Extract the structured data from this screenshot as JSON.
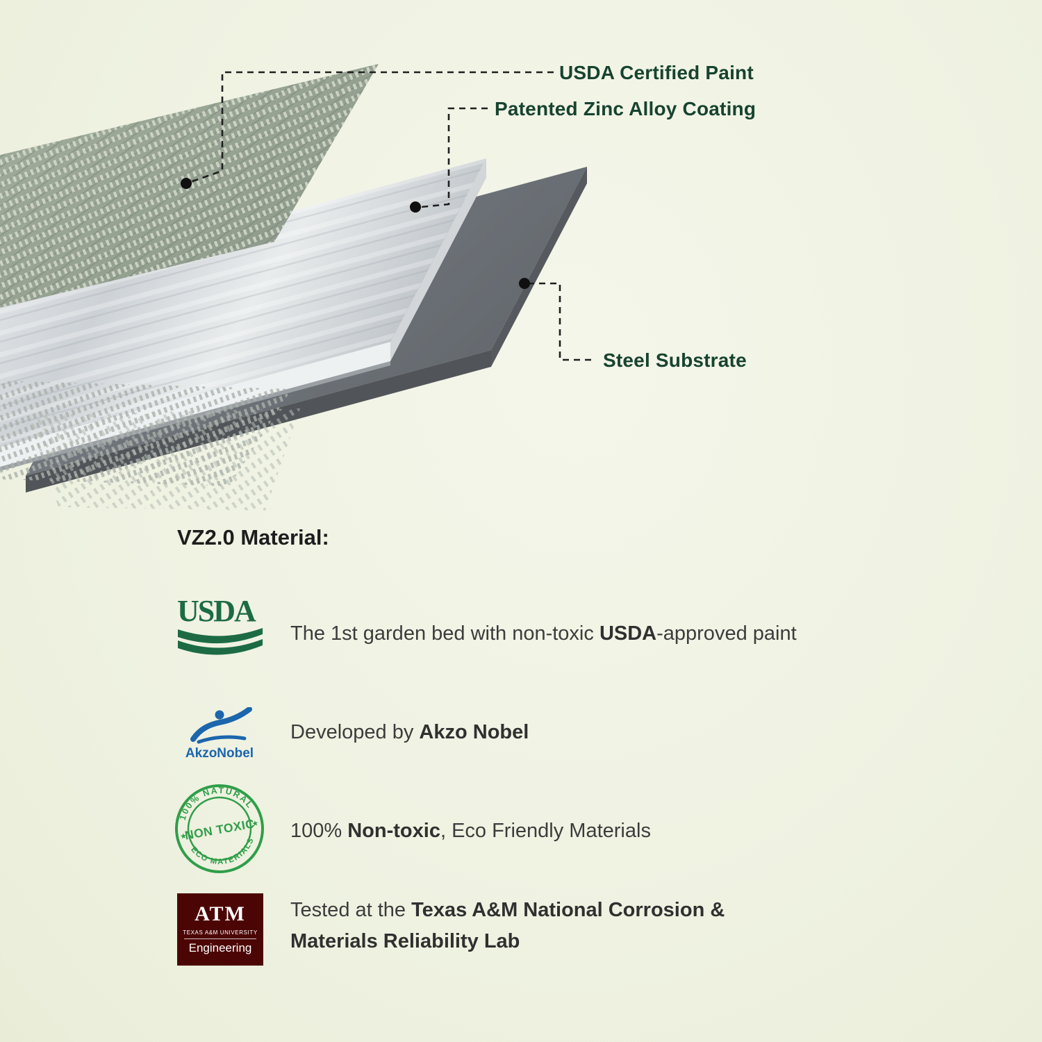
{
  "colors": {
    "background": "#eff2e1",
    "callout_text": "#17432f",
    "body_text": "#3c3c3c",
    "usda_green": "#1c6b45",
    "akzo_blue": "#1b66ad",
    "stamp_green": "#2f9e49",
    "tamu_maroon": "#4c0505",
    "paint_green": "#9aa694",
    "zinc_silver": "#d9dee1",
    "steel_gray": "#70757a"
  },
  "diagram": {
    "callouts": [
      {
        "label": "USDA Certified Paint"
      },
      {
        "label": "Patented Zinc Alloy Coating"
      },
      {
        "label": "Steel Substrate"
      }
    ]
  },
  "heading": "VZ2.0 Material:",
  "features": [
    {
      "logo_text": "USDA",
      "parts": [
        {
          "text": "The 1st garden bed with non-toxic "
        },
        {
          "text": "USDA"
        },
        {
          "text": "-approved paint"
        }
      ]
    },
    {
      "logo_text": "AkzoNobel",
      "parts": [
        {
          "text": "Developed by "
        },
        {
          "text": "Akzo Nobel"
        }
      ]
    },
    {
      "stamp": {
        "top": "100% NATURAL",
        "center": "NON TOXIC",
        "bottom": "ECO MATERIALS"
      },
      "parts": [
        {
          "text": "100% "
        },
        {
          "text": "Non-toxic"
        },
        {
          "text": ", Eco Friendly Materials"
        }
      ]
    },
    {
      "tamu": {
        "mark": "ATM",
        "university": "TEXAS A&M UNIVERSITY",
        "division": "Engineering"
      },
      "parts": [
        {
          "text": "Tested at the "
        },
        {
          "text": "Texas A&M National Corrosion & Materials Reliability Lab"
        }
      ]
    }
  ]
}
